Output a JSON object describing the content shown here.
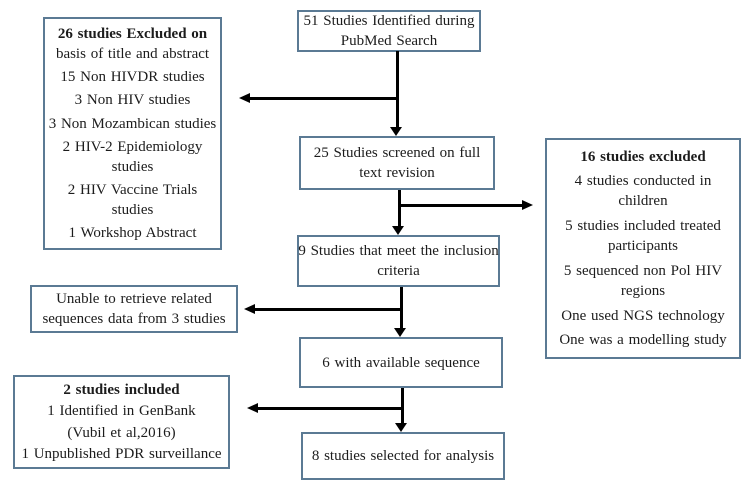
{
  "boxes": {
    "identified": {
      "lines": [
        "51 Studies Identified during",
        "PubMed Search"
      ]
    },
    "excluded_title_abstract": {
      "title": "26 studies Excluded on",
      "subtitle": "basis of title and abstract",
      "items": [
        "15 Non HIVDR studies",
        "3 Non HIV studies",
        "3 Non Mozambican studies",
        "2 HIV-2 Epidemiology studies",
        "2 HIV Vaccine Trials studies",
        "1 Workshop Abstract"
      ]
    },
    "screened": {
      "lines": [
        "25 Studies screened on full",
        "text revision"
      ]
    },
    "excluded_full_text": {
      "title": "16 studies excluded",
      "items": [
        "4 studies conducted in children",
        "5 studies included treated participants",
        "5 sequenced non Pol HIV regions",
        "One used NGS technology",
        "One was a modelling study"
      ]
    },
    "inclusion": {
      "lines": [
        "9 Studies that meet the inclusion",
        "criteria"
      ]
    },
    "unable_retrieve": {
      "lines": [
        "Unable to retrieve related",
        "sequences data from 3 studies"
      ]
    },
    "available_sequence": {
      "text": "6 with available sequence"
    },
    "included": {
      "title": "2 studies included",
      "items": [
        "1 Identified in GenBank",
        "(Vubil et al,2016)",
        "1 Unpublished PDR surveillance"
      ]
    },
    "selected": {
      "text": "8 studies selected for analysis"
    }
  },
  "colors": {
    "box_border": "#5b7a94",
    "arrow": "#000000",
    "text": "#1c1c1c",
    "background": "#ffffff"
  }
}
